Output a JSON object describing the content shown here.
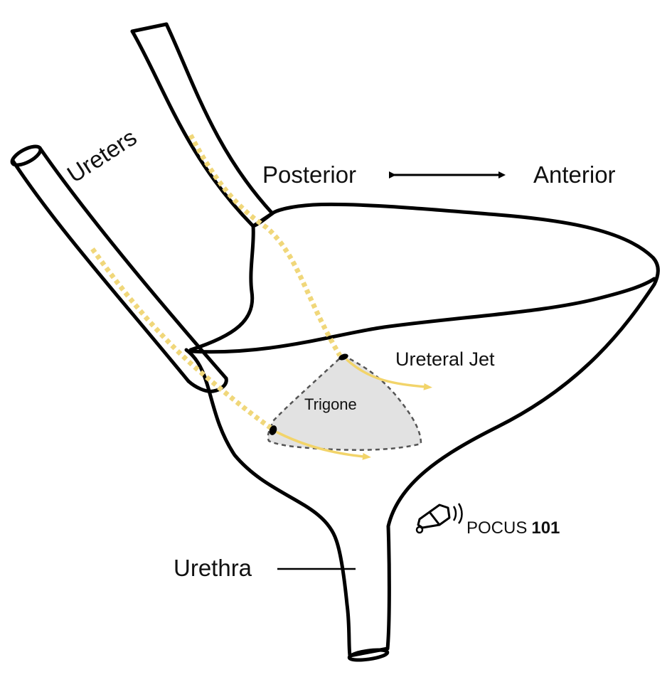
{
  "labels": {
    "ureters": "Ureters",
    "posterior": "Posterior",
    "anterior": "Anterior",
    "ureteral_jet": "Ureteral Jet",
    "trigone": "Trigone",
    "urethra": "Urethra"
  },
  "logo": {
    "text": "POCUS",
    "number": "101",
    "icon": "ultrasound-probe-icon"
  },
  "colors": {
    "ureter_path": "#f0d77a",
    "jet": "#f2d46a",
    "trigone_fill": "#e2e2e2",
    "trigone_border": "#555555",
    "outline": "#000000"
  }
}
